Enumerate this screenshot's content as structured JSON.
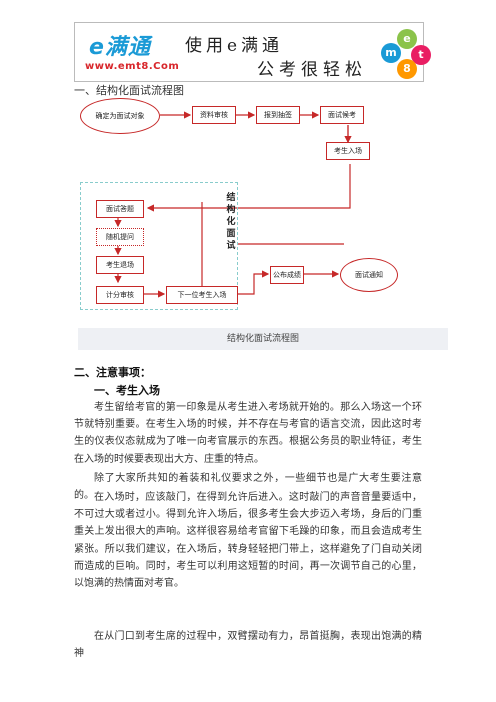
{
  "header": {
    "logo_text": "e满通",
    "logo_url": "www.emt8.Com",
    "slogan_line1": "使用e满通",
    "slogan_line2": "公考很轻松",
    "badge_letters": [
      "e",
      "m",
      "t",
      "8"
    ],
    "colors": {
      "logo_blue": "#1a9ad6",
      "url_red": "#d8262b"
    }
  },
  "section1": {
    "title": "一、结构化面试流程图"
  },
  "flowchart": {
    "nodes": {
      "start": "确定为面试对象",
      "review": "资料审核",
      "report": "报到抽签",
      "wait": "面试候考",
      "enter": "考生入场",
      "answer": "面试答题",
      "random": "随机提问",
      "leave": "考生退场",
      "score": "计分审核",
      "next": "下一位考生入场",
      "publish": "公布成绩",
      "notify": "面试通知"
    },
    "struct_label": [
      "结",
      "构",
      "化",
      "面",
      "试"
    ],
    "caption": "结构化面试流程图"
  },
  "section2": {
    "title": "二、注意事项：",
    "subtitle": "一、考生入场",
    "paragraphs": [
      "考生留给考官的第一印象是从考生进入考场就开始的。那么入场这一个环节就特别重要。在考生入场的时候，并不存在与考官的语言交流，因此这时考生的仪表仪态就成为了唯一向考官展示的东西。根据公务员的职业特征，考生在入场的时候要表现出大方、庄重的特点。",
      "除了大家所共知的着装和礼仪要求之外，一些细节也是广大考生要注意的。",
      "在入场时，应该敲门，在得到允许后进入。这时敲门的声音音量要适中，不可过大或者过小。得到允许入场后，很多考生会大步迈入考场，身后的门重重关上发出很大的声响。这样很容易给考官留下毛躁的印象，而且会造成考生紧张。所以我们建议，在入场后，转身轻轻把门带上，这样避免了门自动关闭而造成的巨响。同时，考生可以利用这短暂的时间，再一次调节自己的心里，以饱满的热情面对考官。",
      "在从门口到考生席的过程中，双臂摆动有力，昂首挺胸，表现出饱满的精神"
    ]
  }
}
